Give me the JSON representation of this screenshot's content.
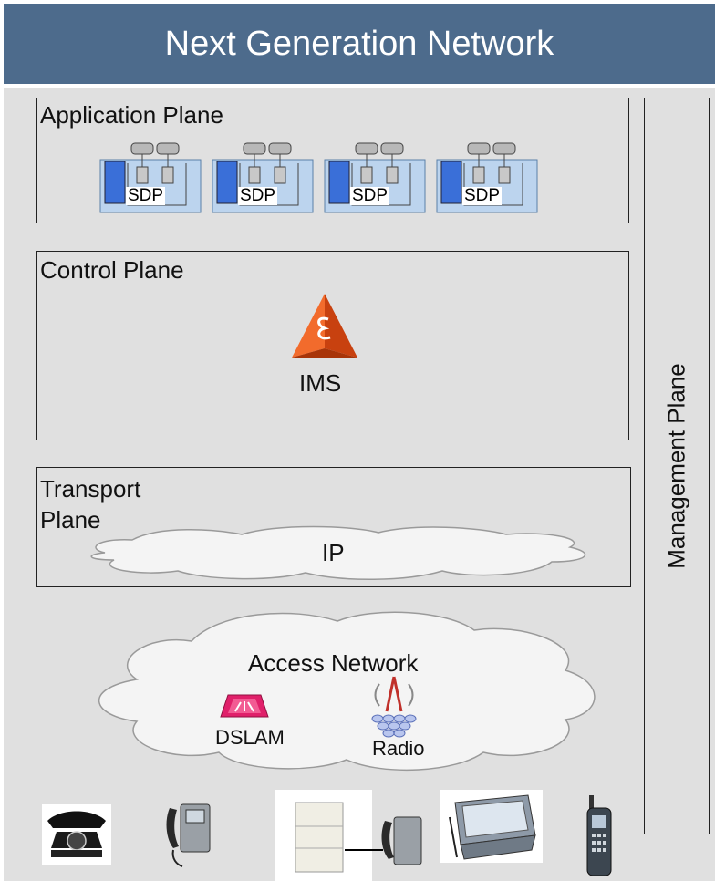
{
  "title": "Next Generation Network",
  "application_plane": {
    "label": "Application Plane",
    "nodes": [
      {
        "label": "SDP"
      },
      {
        "label": "SDP"
      },
      {
        "label": "SDP"
      },
      {
        "label": "SDP"
      }
    ]
  },
  "control_plane": {
    "label": "Control Plane",
    "node": "IMS"
  },
  "transport_plane": {
    "label_line1": "Transport",
    "label_line2": "Plane",
    "node": "IP"
  },
  "access_network": {
    "label": "Access Network",
    "dslam": "DSLAM",
    "radio": "Radio"
  },
  "management_plane": {
    "label": "Management Plane"
  },
  "devices": [
    "rotary-phone",
    "desk-phone",
    "pbx-with-phone",
    "pda",
    "mobile-phone"
  ],
  "colors": {
    "banner": "#4d6b8c",
    "background": "#e0e0e0",
    "ims": "#e8541c",
    "dslam": "#e0206a",
    "sdp_blue": "#3a6fd8"
  }
}
